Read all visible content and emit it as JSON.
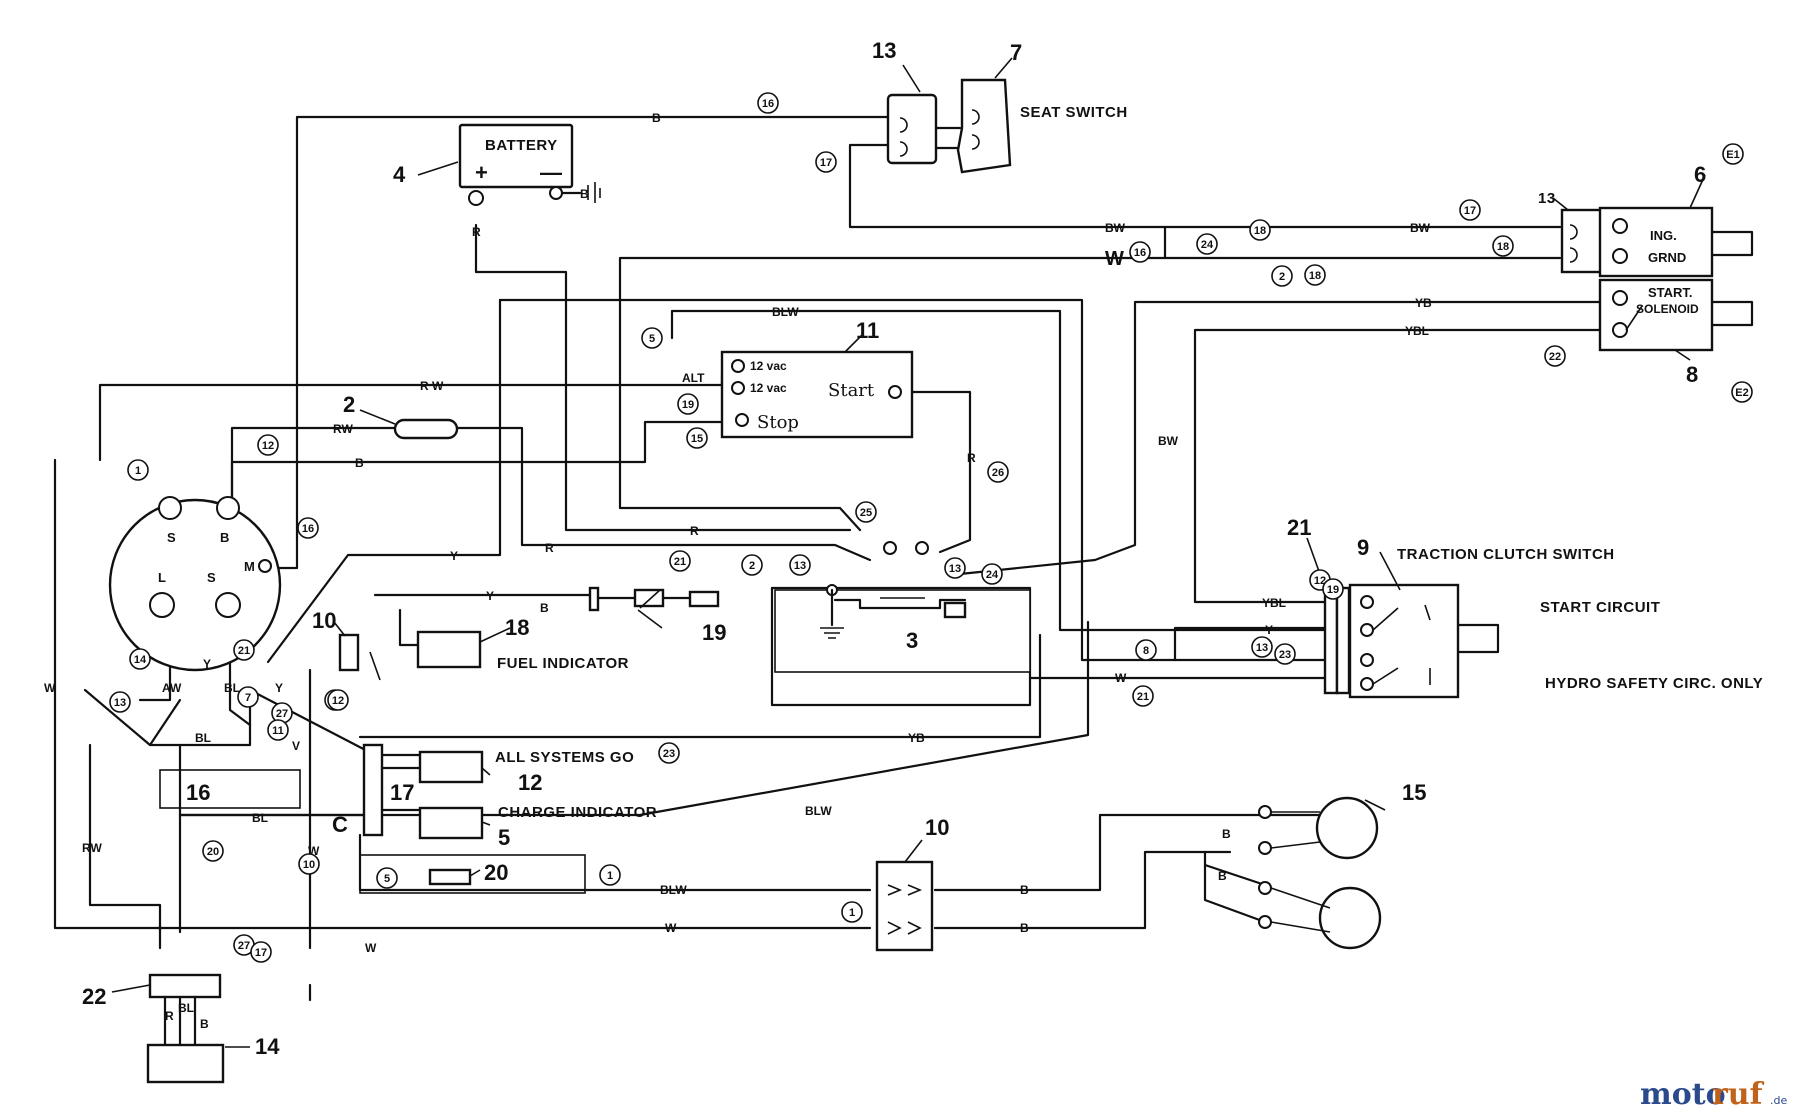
{
  "labels": {
    "battery": "BATTERY",
    "seat_switch": "SEAT SWITCH",
    "ing_grnd_1": "ING.",
    "ing_grnd_2": "GRND",
    "start_solenoid_1": "START.",
    "start_solenoid_2": "SOLENOID",
    "m12vac_1": "12 vac",
    "m12vac_2": "12 vac",
    "alt": "ALT",
    "start": "Start",
    "stop": "Stop",
    "fuel_indicator": "FUEL INDICATOR",
    "all_systems_go": "ALL SYSTEMS GO",
    "charge_indicator": "CHARGE INDICATOR",
    "traction_clutch_switch": "TRACTION CLUTCH SWITCH",
    "start_circuit": "START CIRCUIT",
    "hydro_safety": "HYDRO SAFETY CIRC. ONLY",
    "key_s": "S",
    "key_b": "B",
    "key_m": "M",
    "key_l": "L",
    "key_s2": "S",
    "c_letter": "C",
    "battery_plus": "+",
    "battery_minus": "—"
  },
  "part_numbers": {
    "n13_top": "13",
    "n7": "7",
    "n4": "4",
    "n6": "6",
    "n13_right": "13",
    "n8": "8",
    "n11": "11",
    "n2": "2",
    "n3": "3",
    "n18": "18",
    "n19": "19",
    "n10_left": "10",
    "n12": "12",
    "n5": "5",
    "n16": "16",
    "n17": "17",
    "n20": "20",
    "n10_bottom": "10",
    "n15": "15",
    "n21": "21",
    "n9": "9",
    "n22": "22",
    "n14": "14"
  },
  "wire_codes": {
    "b_top": "B",
    "bw_top": "BW",
    "bw_right": "BW",
    "w_big": "W",
    "yb": "YB",
    "ybl_top": "YBL",
    "blw_top": "BLW",
    "rw_mid": "R W",
    "rw_key": "RW",
    "b_key": "B",
    "r_batt": "R",
    "r_right": "R",
    "r_mid": "R",
    "r_mid2": "R",
    "y_key": "Y",
    "bw_vert": "BW",
    "w_left": "W",
    "rw_left": "RW",
    "bl_16": "BL",
    "yb_mid": "YB",
    "blw_diag": "BLW",
    "blw_bottom": "BLW",
    "w_bottom": "W",
    "b_out1": "B",
    "b_out2": "B",
    "ybl_tc": "YBL",
    "y_tc": "Y",
    "w_tc": "W",
    "w_22": "W",
    "r_22": "R",
    "bl_22": "BL",
    "b_22": "B",
    "aw": "AW",
    "bl_k": "BL",
    "y_k": "Y",
    "y_k2": "Y",
    "w_k": "W",
    "bl_16b": "BL",
    "v_16": "V",
    "b_f": "B",
    "y_f": "Y",
    "b_15a": "B",
    "b_15b": "B",
    "ground_b": "B"
  },
  "callouts": [
    "16",
    "17",
    "17",
    "18",
    "E1",
    "E2",
    "5",
    "19",
    "15",
    "12",
    "1",
    "16",
    "13",
    "25",
    "2",
    "13",
    "26",
    "24",
    "12",
    "21",
    "23",
    "19",
    "14",
    "13",
    "12",
    "7",
    "18",
    "2",
    "22",
    "20",
    "1",
    "1",
    "5",
    "23",
    "8",
    "13",
    "27",
    "21",
    "11",
    "10",
    "27",
    "17",
    "12",
    "21",
    "18",
    "24",
    "16"
  ],
  "watermark": {
    "part1": "moto",
    "part2": "ruf",
    "suffix": ".de"
  }
}
